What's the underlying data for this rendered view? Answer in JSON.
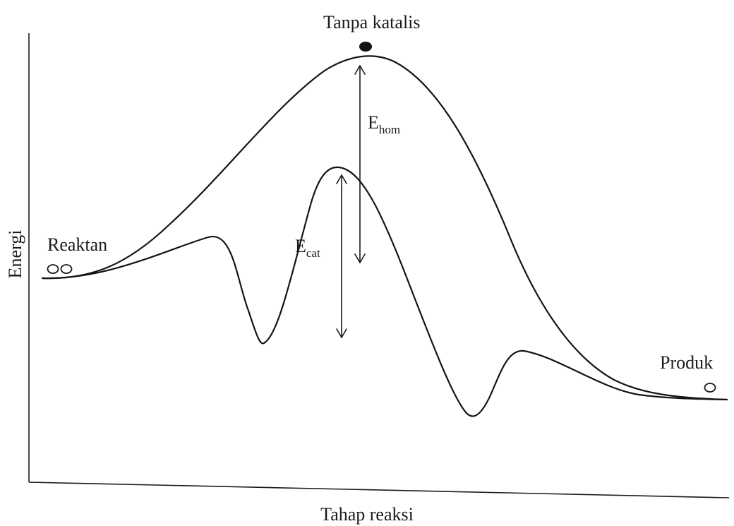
{
  "labels": {
    "top_state": "Tanpa katalis",
    "reactant": "Reaktan",
    "product": "Produk",
    "y_axis": "Energi",
    "x_axis": "Tahap reaksi",
    "barrier_uncatalyzed_main": "E",
    "barrier_uncatalyzed_sub": "hom",
    "barrier_catalyzed_main": "E",
    "barrier_catalyzed_sub": "cat"
  },
  "curves": [
    {
      "id": "uncatalyzed",
      "description_label": "Tanpa katalis"
    },
    {
      "id": "catalyzed"
    }
  ],
  "colors": {
    "line": "#141414",
    "background": "#ffffff"
  }
}
